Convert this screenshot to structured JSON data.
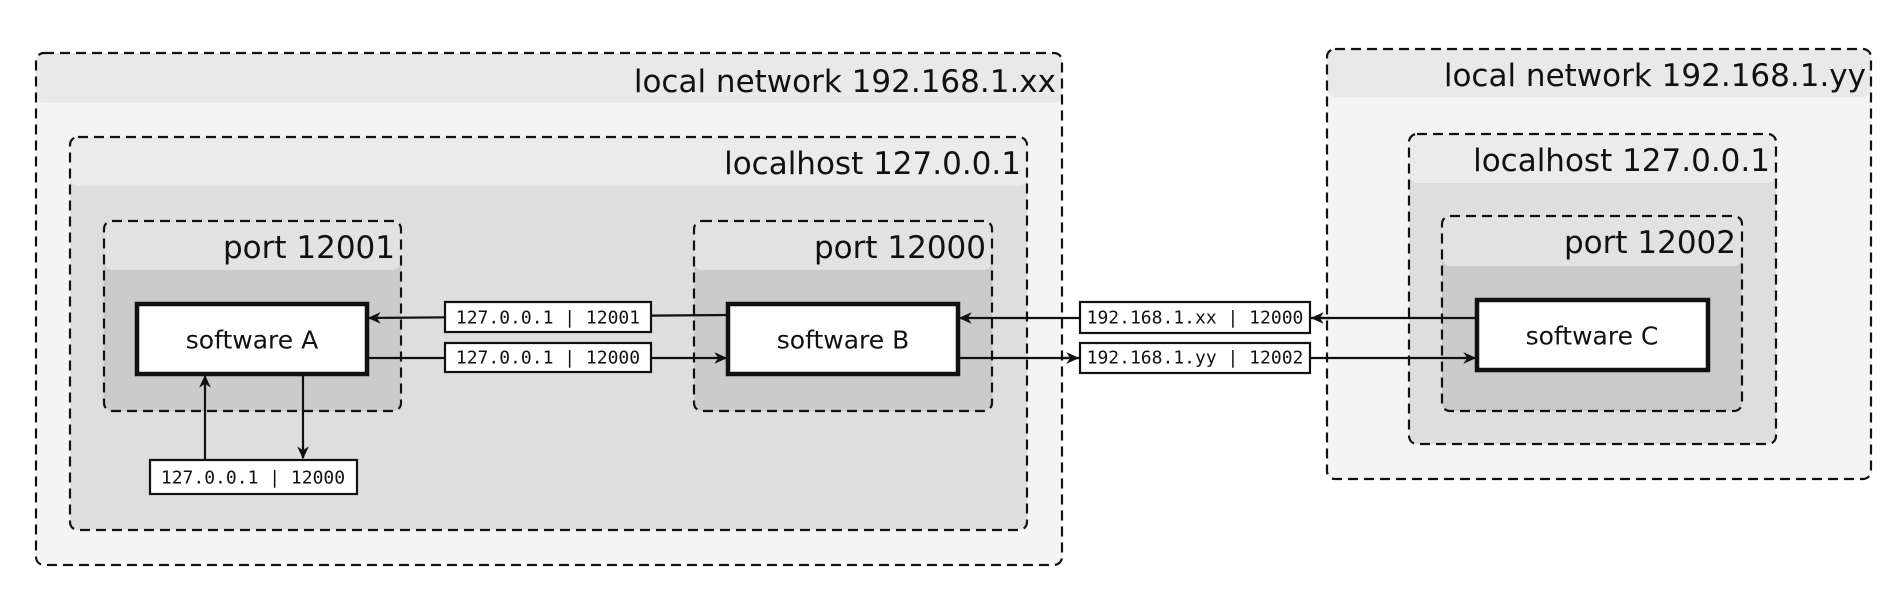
{
  "diagram": {
    "groups": {
      "network_left": {
        "title": "local network 192.168.1.xx"
      },
      "localhost_left": {
        "title": "localhost 127.0.0.1"
      },
      "port_12001": {
        "title": "port 12001"
      },
      "port_12000": {
        "title": "port 12000"
      },
      "network_right": {
        "title": "local network 192.168.1.yy"
      },
      "localhost_right": {
        "title": "localhost 127.0.0.1"
      },
      "port_12002": {
        "title": "port 12002"
      }
    },
    "nodes": {
      "software_a": {
        "label": "software A"
      },
      "software_b": {
        "label": "software B"
      },
      "software_c": {
        "label": "software C"
      }
    },
    "edge_labels": {
      "b_to_a": "127.0.0.1 | 12001",
      "a_to_b": "127.0.0.1 | 12000",
      "a_loop": "127.0.0.1 | 12000",
      "c_to_b": "192.168.1.xx | 12000",
      "b_to_c": "192.168.1.yy | 12002"
    },
    "colors": {
      "network_bg": "#f4f4f4",
      "network_header": "#e9e9e9",
      "localhost_bg": "#dedede",
      "localhost_header": "#ebebeb",
      "port_bg": "#cbcbcb",
      "port_header": "#e2e2e2"
    }
  }
}
